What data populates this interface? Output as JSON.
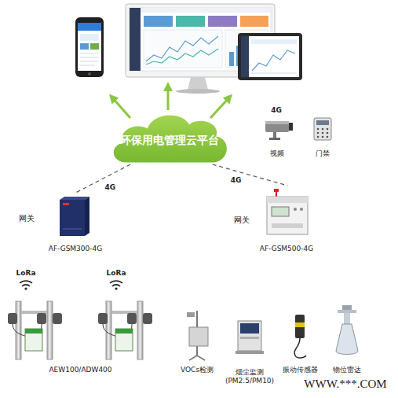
{
  "diagram": {
    "nodes": [
      {
        "text": [
          "环保用电管理云平台"
        ]
      },
      {
        "text": [
          "视频"
        ]
      },
      {
        "text": [
          "门禁"
        ]
      },
      {
        "text": [
          "网关",
          "AF-GSM300-4G"
        ]
      },
      {
        "text": [
          "网关",
          "AF-GSM500-4G"
        ]
      },
      {
        "text": [
          "AEW100/ADW400"
        ]
      },
      {
        "text": [
          "VOCs检测"
        ]
      },
      {
        "text": [
          "烟尘监测 (PM2.5/PM10)"
        ]
      },
      {
        "text": [
          "振动传感器"
        ]
      },
      {
        "text": [
          "物位雷达"
        ]
      }
    ],
    "edges": [
      {
        "from": 0,
        "to": 3,
        "arrow": "none",
        "label": "4G"
      },
      {
        "from": 0,
        "to": 4,
        "arrow": "none",
        "label": "4G"
      }
    ],
    "labels": [
      "4G",
      "LoRa",
      "LoRa",
      "WWW.***.COM"
    ]
  }
}
